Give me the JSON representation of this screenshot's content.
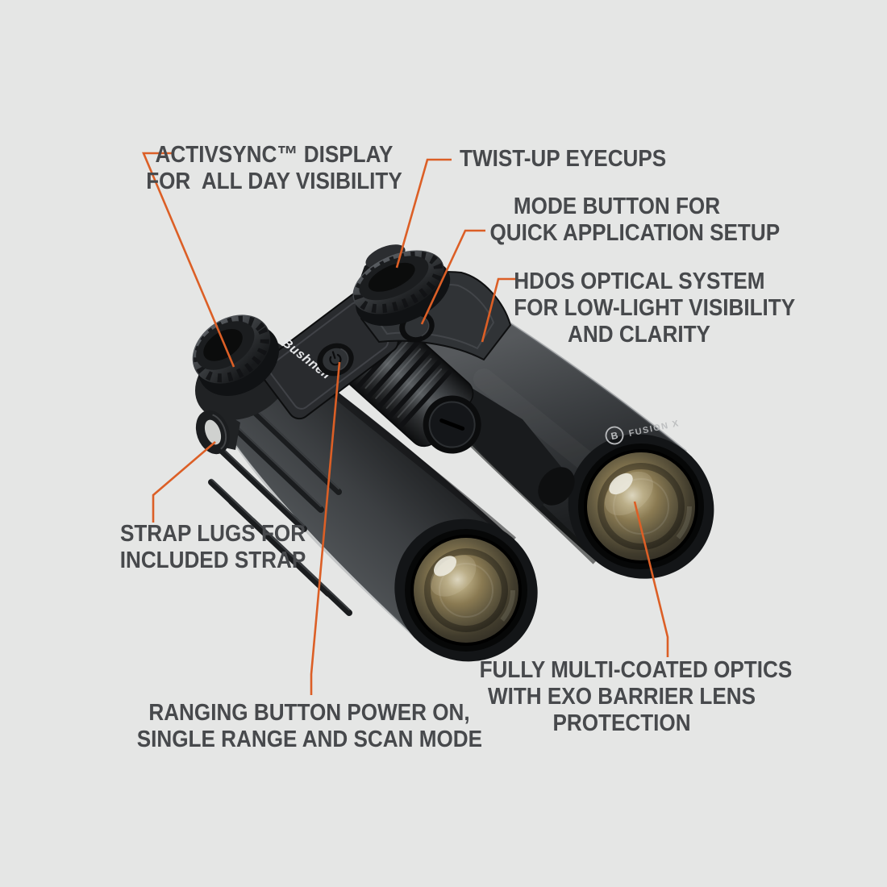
{
  "canvas": {
    "background": "#e5e6e5"
  },
  "colors": {
    "accent": "#dc5f26",
    "label_text": "#47494c"
  },
  "product": {
    "brand_logo": "Bushnell",
    "lens_badge_symbol": "B",
    "lens_badge_text": "FUSION X",
    "ranging_button_icon": "power-icon"
  },
  "callouts": [
    {
      "id": "activsync-display",
      "text": "ACTIVSYNC™ DISPLAY\nFOR  ALL DAY VISIBILITY"
    },
    {
      "id": "twist-up-eyecups",
      "text": "TWIST-UP EYECUPS"
    },
    {
      "id": "mode-button",
      "text": "MODE BUTTON FOR\nQUICK APPLICATION SETUP"
    },
    {
      "id": "hdos-optical-system",
      "text": "HDOS OPTICAL SYSTEM\nFOR LOW-LIGHT VISIBILITY\nAND CLARITY"
    },
    {
      "id": "strap-lugs",
      "text": "STRAP LUGS FOR\nINCLUDED STRAP"
    },
    {
      "id": "ranging-button",
      "text": "RANGING BUTTON POWER ON,\nSINGLE RANGE AND SCAN MODE"
    },
    {
      "id": "fully-multi-coated-optics",
      "text": "FULLY MULTI-COATED OPTICS\nWITH EXO BARRIER LENS\nPROTECTION"
    }
  ]
}
